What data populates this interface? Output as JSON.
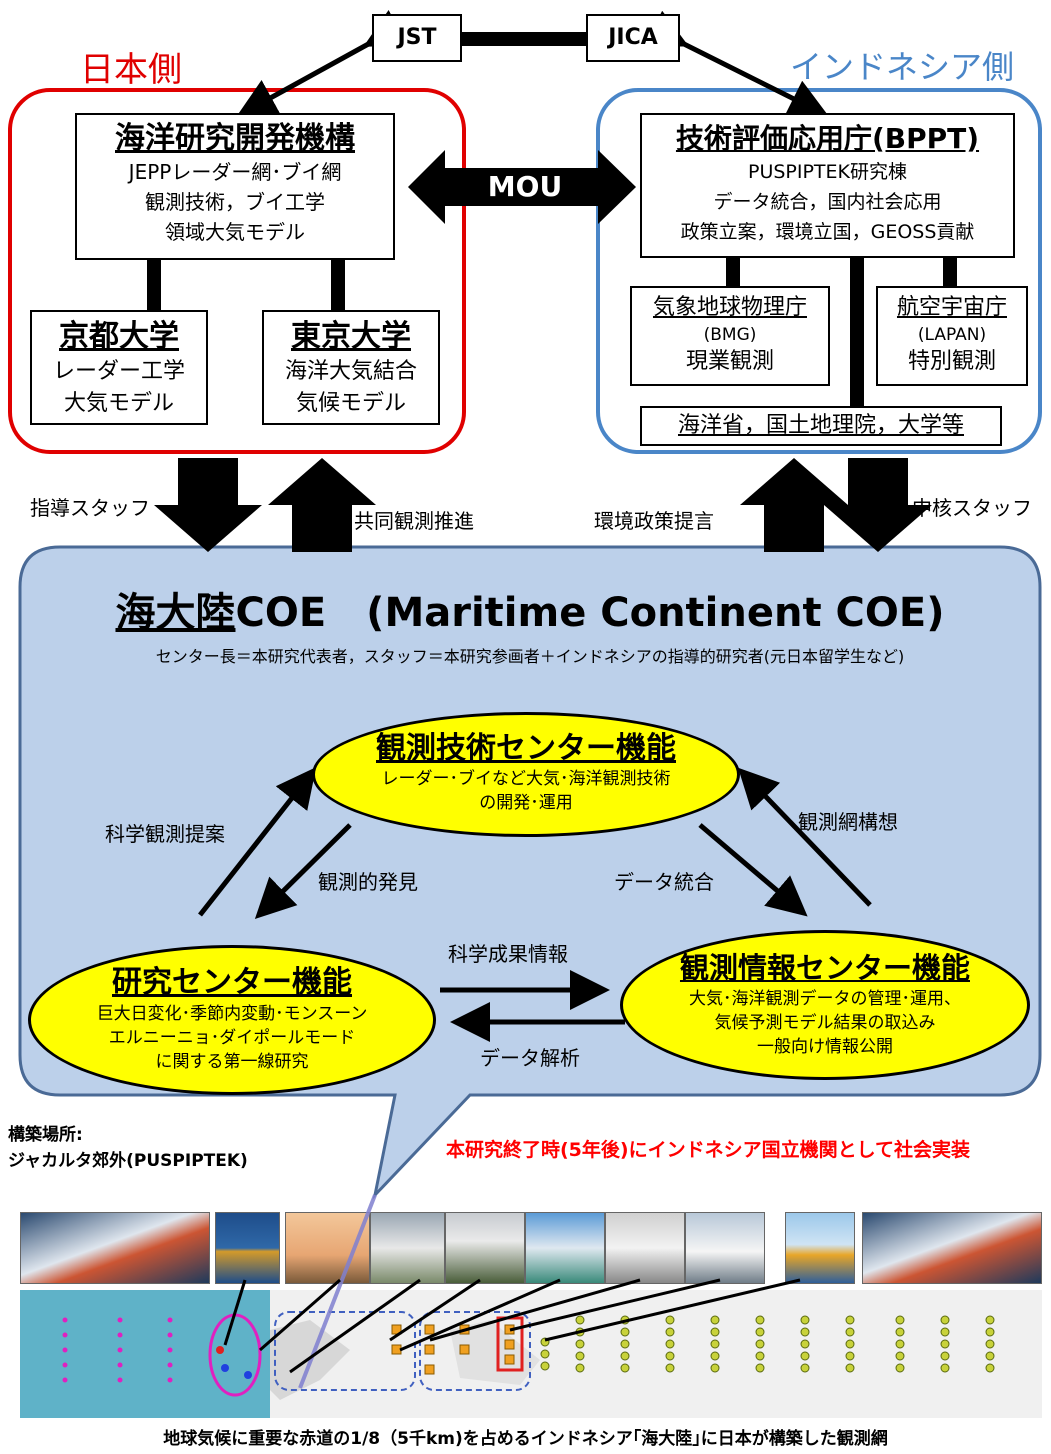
{
  "top": {
    "jst": "JST",
    "jica": "JICA"
  },
  "japan": {
    "side_label": "日本側",
    "jamstec": {
      "name": "海洋研究開発機構",
      "lines": [
        "JEPPレーダー網･ブイ網",
        "観測技術，ブイ工学",
        "領域大気モデル"
      ]
    },
    "kyoto": {
      "name": "京都大学",
      "lines": [
        "レーダー工学",
        "大気モデル"
      ]
    },
    "tokyo": {
      "name": "東京大学",
      "lines": [
        "海洋大気結合",
        "気候モデル"
      ]
    }
  },
  "indonesia": {
    "side_label": "インドネシア側",
    "bppt": {
      "name": "技術評価応用庁(BPPT)",
      "lines": [
        "PUSPIPTEK研究棟",
        "データ統合，国内社会応用",
        "政策立案，環境立国，GEOSS貢献"
      ]
    },
    "bmg": {
      "name": "気象地球物理庁",
      "abbr": "(BMG)",
      "role": "現業観測"
    },
    "lapan": {
      "name": "航空宇宙庁",
      "abbr": "(LAPAN)",
      "role": "特別観測"
    },
    "others": "海洋省，国土地理院，大学等"
  },
  "mou": "MOU",
  "flows": {
    "guidance_staff": "指導スタッフ",
    "joint_observation": "共同観測推進",
    "env_policy": "環境政策提言",
    "core_staff": "中核スタッフ"
  },
  "coe": {
    "title_jp": "海大陸",
    "title_en": "COE　(Maritime Continent COE)",
    "subtitle": "センター長＝本研究代表者，スタッフ＝本研究参画者＋インドネシアの指導的研究者(元日本留学生など)",
    "obs_tech": {
      "title": "観測技術センター機能",
      "lines": [
        "レーダー･ブイなど大気･海洋観測技術",
        "の開発･運用"
      ]
    },
    "research": {
      "title": "研究センター機能",
      "lines": [
        "巨大日変化･季節内変動･モンスーン",
        "エルニーニョ･ダイポールモード",
        "に関する第一線研究"
      ]
    },
    "obs_info": {
      "title": "観測情報センター機能",
      "lines": [
        "大気･海洋観測データの管理･運用、",
        "気候予測モデル結果の取込み",
        "一般向け情報公開"
      ]
    },
    "arrows": {
      "science_proposal": "科学観測提案",
      "obs_discovery": "観測的発見",
      "data_integration": "データ統合",
      "network_plan": "観測網構想",
      "science_results": "科学成果情報",
      "data_analysis": "データ解析"
    }
  },
  "location": {
    "label": "構築場所:",
    "value": "ジャカルタ郊外(PUSPIPTEK)"
  },
  "implementation_note": "本研究終了時(5年後)にインドネシア国立機関として社会実装",
  "caption": "地球気候に重要な赤道の1/8（5千km)を占めるインドネシア｢海大陸｣に日本が構築した観測網",
  "colors": {
    "japan": "#e00000",
    "indonesia": "#4a86c8",
    "coe_fill": "#bcd0ea",
    "ellipse": "#ffff00",
    "note_red": "#ff0000"
  },
  "icons": [
    "ship-photo",
    "buoy-photo",
    "radar-tower-photo",
    "radome-photo",
    "antenna-photo",
    "buoy-photo",
    "ship-photo",
    "observation-map"
  ]
}
